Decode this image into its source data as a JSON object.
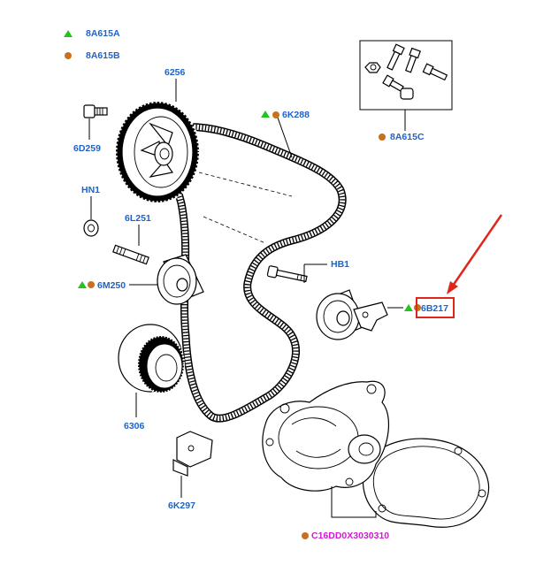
{
  "legend": [
    {
      "marker": "green-triangle",
      "code": "8A615A"
    },
    {
      "marker": "orange-dot",
      "code": "8A615B"
    }
  ],
  "labels": {
    "l6256": "6256",
    "l6D259": "6D259",
    "l6K288": "6K288",
    "l8A615C": "8A615C",
    "lHN1": "HN1",
    "l6L251": "6L251",
    "l6M250": "6M250",
    "lHB1": "HB1",
    "l6B217": "6B217",
    "l6306": "6306",
    "l6K297": "6K297",
    "lC16": "C16DD0X3030310"
  },
  "colors": {
    "label_blue": "#1e63c8",
    "highlight_red": "#e0261b",
    "marker_green": "#22c41e",
    "marker_orange": "#c8701e",
    "magenta": "#d21ad2"
  }
}
